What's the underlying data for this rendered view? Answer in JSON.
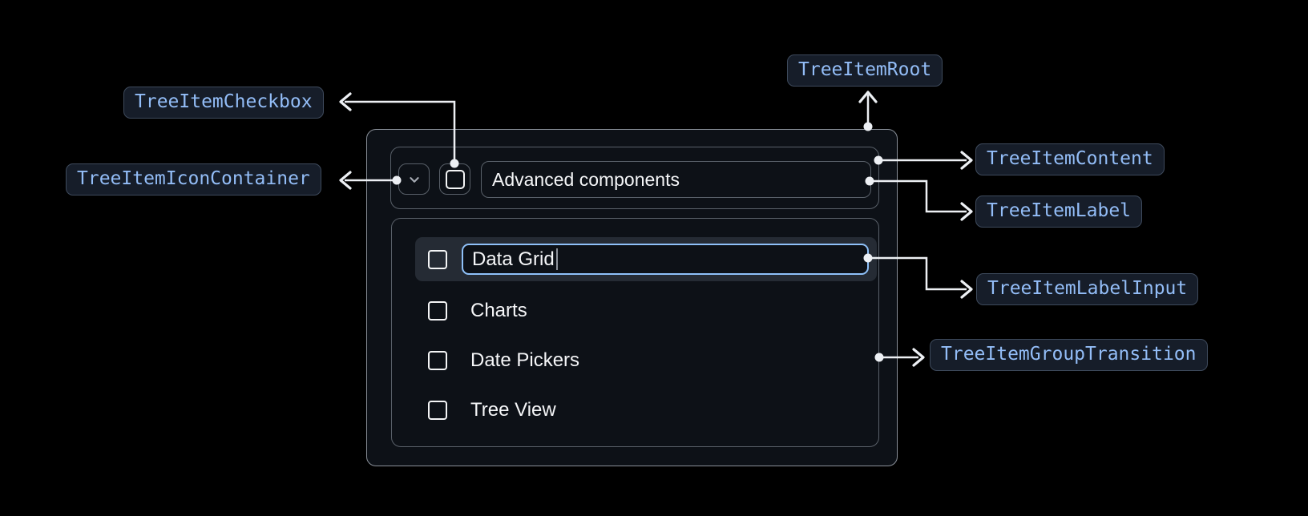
{
  "annotations": {
    "root": "TreeItemRoot",
    "checkbox": "TreeItemCheckbox",
    "icon_container": "TreeItemIconContainer",
    "content": "TreeItemContent",
    "label": "TreeItemLabel",
    "label_input": "TreeItemLabelInput",
    "group_transition": "TreeItemGroupTransition"
  },
  "tree_view": {
    "parent_item": {
      "label": "Advanced components",
      "expanded": "true",
      "checked": "false"
    },
    "editing_item": {
      "value": "Data Grid",
      "checked": "false"
    },
    "items": [
      {
        "label": "Charts",
        "checked": "false"
      },
      {
        "label": "Date Pickers",
        "checked": "false"
      },
      {
        "label": "Tree View",
        "checked": "false"
      }
    ]
  },
  "colors": {
    "page_bg": "#000000",
    "surface_bg": "#0D1117",
    "root_border": "#8A9099",
    "inner_border": "#596069",
    "annotation_bg": "#161D29",
    "annotation_border": "#3E4A5C",
    "annotation_text": "#93BDF7",
    "connector": "#EDF0F4",
    "text_primary": "#F5F6F8",
    "row_highlight_bg": "#252B34",
    "input_focus_border": "#8FC1F9",
    "checkbox_color": "#F4F5F6",
    "chevron_color": "#A6ABB3",
    "caret_color": "#8D939B"
  }
}
